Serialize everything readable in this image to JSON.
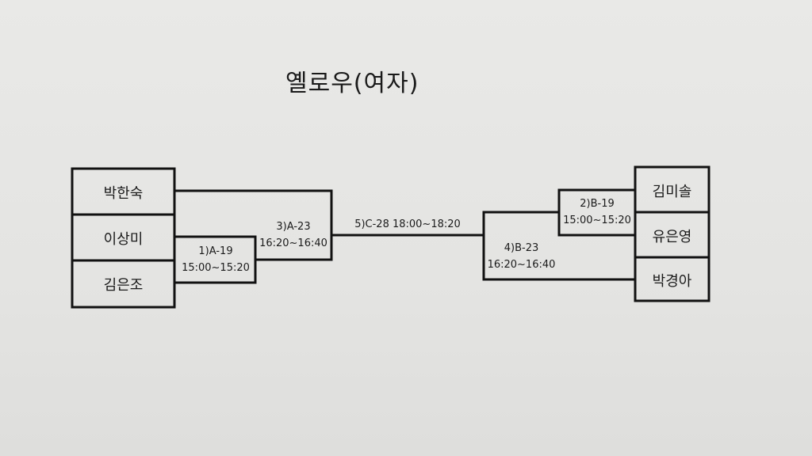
{
  "title": "옐로우(여자)",
  "players_left": [
    "박한숙",
    "이상미",
    "김은조"
  ],
  "players_right": [
    "김미솔",
    "유은영",
    "박경아"
  ],
  "matches": {
    "m1": {
      "code": "1)A-19",
      "time": "15:00~15:20"
    },
    "m2": {
      "code": "2)B-19",
      "time": "15:00~15:20"
    },
    "m3": {
      "code": "3)A-23",
      "time": "16:20~16:40"
    },
    "m4": {
      "code": "4)B-23",
      "time": "16:20~16:40"
    },
    "m5": {
      "label": "5)C-28 18:00~18:20"
    }
  }
}
